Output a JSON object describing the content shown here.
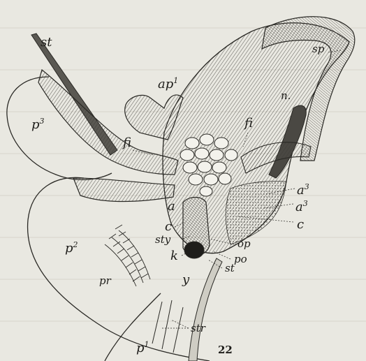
{
  "figure_number": "22",
  "labels": {
    "st_top": "st",
    "sp": "sp",
    "ap1": "ap",
    "ap1_sup": "1",
    "p3": "p",
    "p3_sup": "3",
    "n": "n.",
    "fi_left": "fi",
    "fi_right": "fi",
    "a_left": "a",
    "a3_upper": "a",
    "a3_upper_sup": "3",
    "a3_lower": "a",
    "a3_lower_sup": "3",
    "c_left": "c",
    "c_right": "c",
    "sty": "sty",
    "op": "op",
    "p2": "p",
    "p2_sup": "2",
    "k": "k",
    "po": "po",
    "st_lower": "st",
    "pr": "pr",
    "y": "y",
    "str": "str",
    "p1": "p",
    "p1_sup": "1"
  },
  "colors": {
    "paper": "#e9e8e1",
    "ink": "#1e1d1a",
    "fill": "#d8d6ce"
  }
}
